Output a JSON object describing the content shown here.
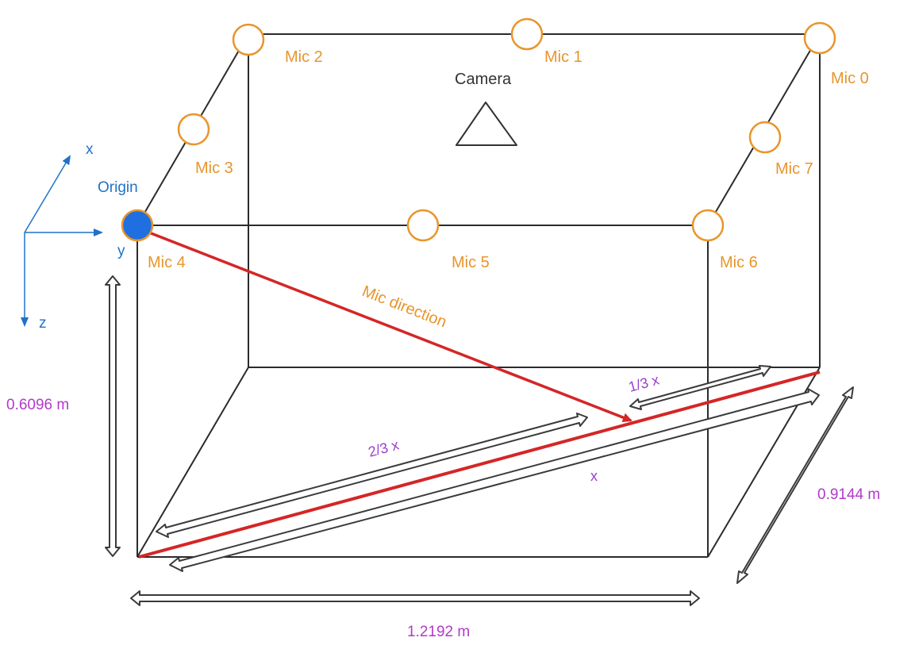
{
  "mics": [
    {
      "id": "mic-0",
      "label": "Mic 0"
    },
    {
      "id": "mic-1",
      "label": "Mic 1"
    },
    {
      "id": "mic-2",
      "label": "Mic 2"
    },
    {
      "id": "mic-3",
      "label": "Mic 3"
    },
    {
      "id": "mic-4",
      "label": "Mic 4"
    },
    {
      "id": "mic-5",
      "label": "Mic 5"
    },
    {
      "id": "mic-6",
      "label": "Mic 6"
    },
    {
      "id": "mic-7",
      "label": "Mic 7"
    }
  ],
  "camera": {
    "label": "Camera"
  },
  "origin": {
    "label": "Origin"
  },
  "axes": {
    "x": "x",
    "y": "y",
    "z": "z"
  },
  "mic_direction": {
    "label": "Mic direction"
  },
  "dimensions": {
    "height": "0.6096 m",
    "width": "1.2192 m",
    "depth": "0.9144 m"
  },
  "fractions": {
    "two_thirds": "2/3 x",
    "one_third": "1/3 x",
    "full": "x"
  },
  "colors": {
    "mic_outline": "#e8952c",
    "origin_fill": "#1f6fe0",
    "arrow_red": "#d42626",
    "axis_blue": "#1f72c8",
    "dimension_purple": "#b13ac9"
  }
}
